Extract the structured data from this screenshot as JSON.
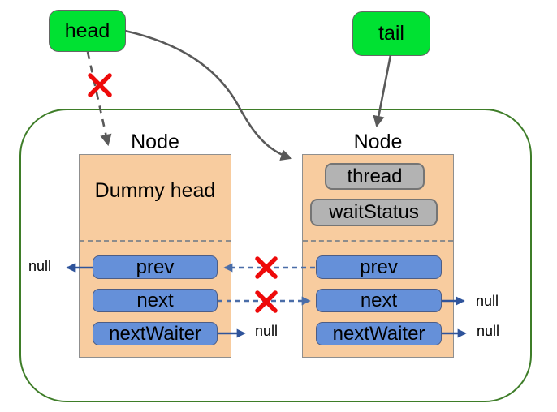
{
  "diagram": {
    "head_label": "head",
    "tail_label": "tail",
    "left_node": {
      "title": "Node",
      "header": "Dummy head",
      "rows": [
        "prev",
        "next",
        "nextWaiter"
      ],
      "prev_null": "null",
      "next_waiter_null": "null"
    },
    "right_node": {
      "title": "Node",
      "data_fields": [
        "thread",
        "waitStatus"
      ],
      "rows": [
        "prev",
        "next",
        "nextWaiter"
      ],
      "next_null": "null",
      "next_waiter_null": "null"
    },
    "colors": {
      "pointer_green": "#00e132",
      "node_orange": "#f8cc9f",
      "field_blue": "#6590d9",
      "field_gray": "#b3b3b3",
      "container_green": "#3e7d28",
      "arrow_gray": "#595959",
      "arrow_navy": "#2f549b",
      "arrow_dashed_blue": "#4a6da8",
      "broken_red": "#ee0a0a"
    }
  }
}
